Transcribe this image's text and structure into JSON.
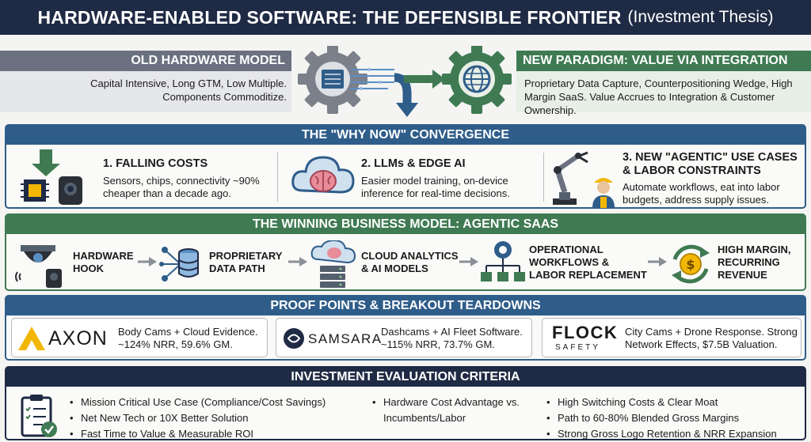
{
  "title": {
    "main": "HARDWARE-ENABLED SOFTWARE: THE DEFENSIBLE FRONTIER",
    "sub": "(Investment Thesis)"
  },
  "old_model": {
    "title": "OLD HARDWARE MODEL",
    "text": "Capital Intensive, Long GTM, Low Multiple. Components Commoditize."
  },
  "new_paradigm": {
    "title": "NEW PARADIGM: VALUE VIA INTEGRATION",
    "text": "Proprietary Data Capture, Counterpositioning Wedge, High Margin SaaS. Value Accrues to Integration & Customer Ownership."
  },
  "why_now": {
    "header": "THE \"WHY NOW\" CONVERGENCE",
    "items": [
      {
        "title": "1. FALLING COSTS",
        "text": "Sensors, chips, connectivity ~90% cheaper than a decade ago."
      },
      {
        "title": "2. LLMs & EDGE AI",
        "text": "Easier model training, on-device inference for real-time decisions."
      },
      {
        "title": "3. NEW \"AGENTIC\" USE CASES & LABOR CONSTRAINTS",
        "text": "Automate workflows, eat into labor budgets, address supply issues."
      }
    ]
  },
  "business_model": {
    "header": "THE WINNING BUSINESS MODEL: AGENTIC SAAS",
    "steps": [
      {
        "label": "HARDWARE HOOK"
      },
      {
        "label": "PROPRIETARY DATA PATH"
      },
      {
        "label": "CLOUD ANALYTICS & AI MODELS"
      },
      {
        "label": "OPERATIONAL WORKFLOWS & LABOR REPLACEMENT"
      },
      {
        "label": "HIGH MARGIN, RECURRING REVENUE"
      }
    ]
  },
  "proof_points": {
    "header": "PROOF POINTS & BREAKOUT TEARDOWNS",
    "cards": [
      {
        "logo": "AXON",
        "text": "Body Cams + Cloud Evidence. ~124% NRR, 59.6% GM."
      },
      {
        "logo": "SAMSARA",
        "text": "Dashcams + AI Fleet Software. ~115% NRR, 73.7% GM."
      },
      {
        "logo": "FLOCK",
        "logo_sub": "SAFETY",
        "text": "City Cams + Drone Response. Strong Network Effects, $7.5B Valuation."
      }
    ]
  },
  "criteria": {
    "header": "INVESTMENT EVALUATION CRITERIA",
    "col1": [
      "Mission Critical Use Case (Compliance/Cost Savings)",
      "Net New Tech or 10X Better Solution",
      "Fast Time to Value & Measurable ROI"
    ],
    "col2": [
      "Hardware Cost Advantage vs. Incumbents/Labor"
    ],
    "col3": [
      "High Switching Costs & Clear Moat",
      "Path to 60-80% Blended Gross Margins",
      "Strong Gross Logo Retention & NRR Expansion"
    ]
  },
  "colors": {
    "navy": "#1f2a44",
    "blue": "#2f5d8a",
    "green": "#3f7a52",
    "gray": "#6b7180",
    "axon_yellow": "#f2b705"
  }
}
